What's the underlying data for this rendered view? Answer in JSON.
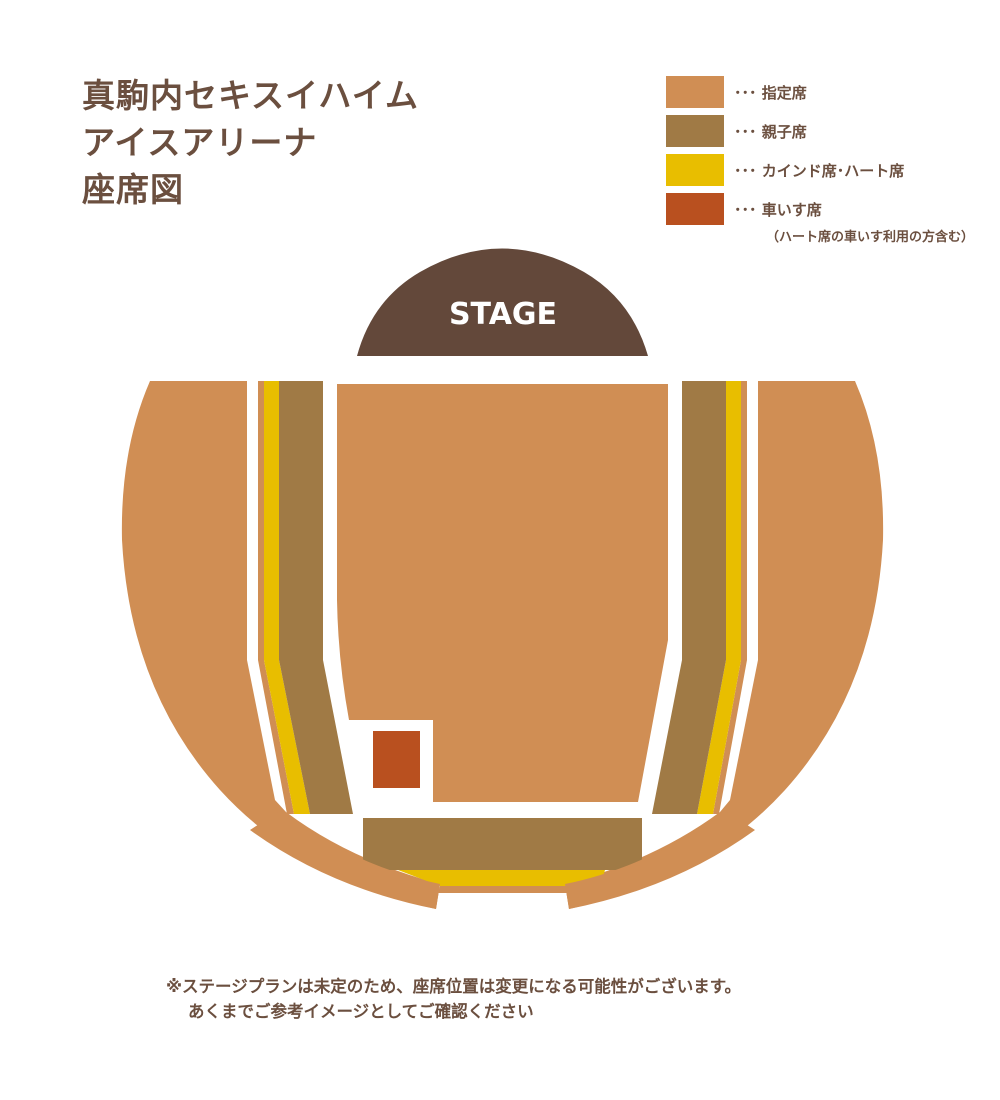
{
  "title": {
    "line1": "真駒内セキスイハイム",
    "line2": "アイスアリーナ",
    "line3": "座席図"
  },
  "legend": {
    "items": [
      {
        "label": "･･･ 指定席",
        "color": "#d08e54"
      },
      {
        "label": "･･･ 親子席",
        "color": "#a07a45"
      },
      {
        "label": "･･･ カインド席･ハート席",
        "color": "#e8be00"
      },
      {
        "label": "･･･ 車いす席",
        "color": "#b9501f"
      }
    ],
    "note": "（ハート席の車いす利用の方含む）"
  },
  "map": {
    "stage_label": "STAGE",
    "colors": {
      "stage": "#63483a",
      "reserved": "#d08e54",
      "parent_child": "#a07a45",
      "kind_heart": "#e8be00",
      "wheelchair": "#b9501f"
    }
  },
  "notice": {
    "line1": "※ステージプランは未定のため、座席位置は変更になる可能性がございます。",
    "line2": "あくまでご参考イメージとしてご確認ください"
  }
}
